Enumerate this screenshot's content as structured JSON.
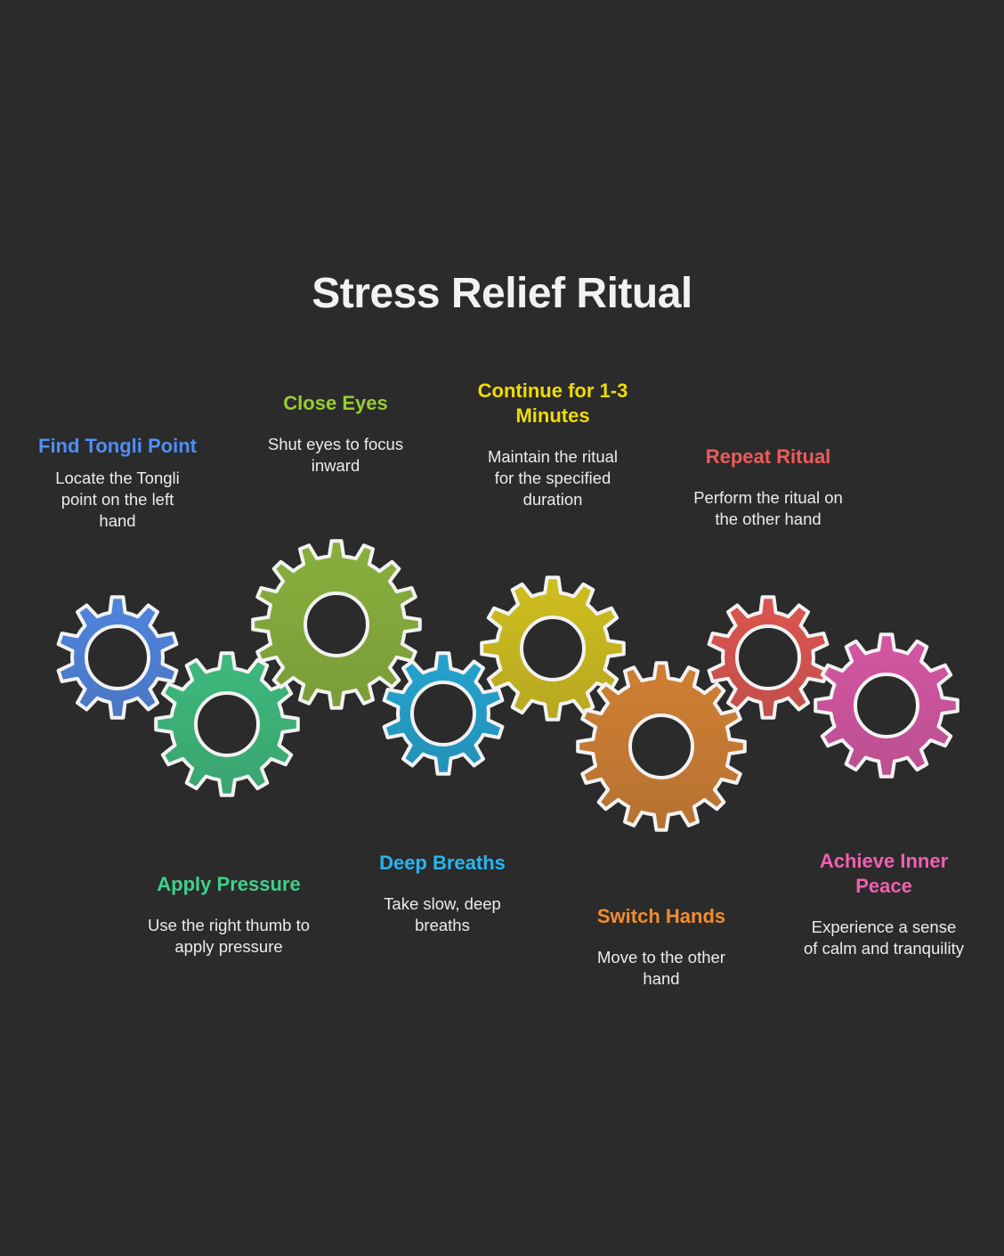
{
  "title": "Stress Relief Ritual",
  "steps": [
    {
      "title": "Find Tongli Point",
      "desc": "Locate the Tongli point on the left hand",
      "color": "#4f8ff7",
      "gear": "#4f84de"
    },
    {
      "title": "Apply Pressure",
      "desc": "Use the right thumb to apply pressure",
      "color": "#3fd08a",
      "gear": "#3db97c"
    },
    {
      "title": "Close Eyes",
      "desc": "Shut eyes to focus inward",
      "color": "#99cc33",
      "gear": "#88b03c"
    },
    {
      "title": "Deep Breaths",
      "desc": "Take slow, deep breaths",
      "color": "#26b6f0",
      "gear": "#23a3cf"
    },
    {
      "title": "Continue for 1-3 Minutes",
      "desc": "Maintain the ritual for the specified duration",
      "color": "#f0dc00",
      "gear": "#cfbe1e"
    },
    {
      "title": "Switch Hands",
      "desc": "Move to the other hand",
      "color": "#f08c30",
      "gear": "#cf7f33"
    },
    {
      "title": "Repeat Ritual",
      "desc": "Perform the ritual on the other hand",
      "color": "#f05a5a",
      "gear": "#dc5550"
    },
    {
      "title": "Achieve Inner Peace",
      "desc": "Experience a sense of calm and tranquility",
      "color": "#f060b0",
      "gear": "#d456a2"
    }
  ]
}
